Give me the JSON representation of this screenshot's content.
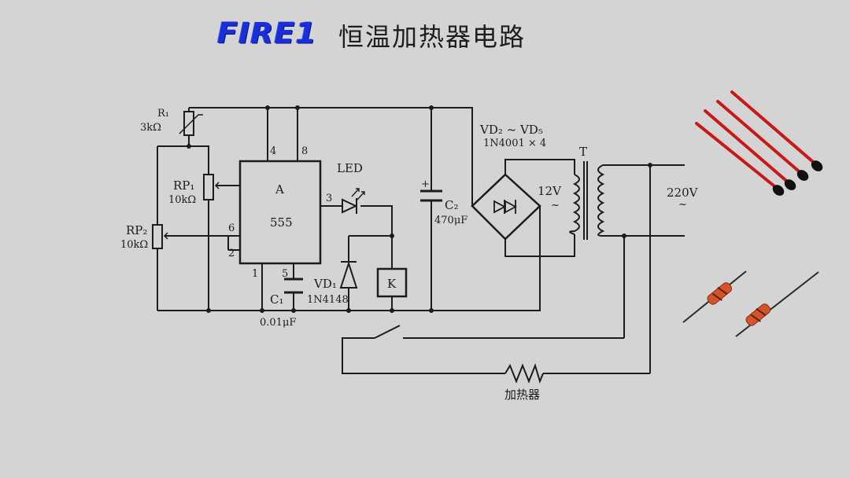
{
  "header": {
    "logo": "FIRE1",
    "title": "恒温加热器电路"
  },
  "schematic": {
    "r1": {
      "name": "R₁",
      "value": "3kΩ"
    },
    "rp1": {
      "name": "RP₁",
      "value": "10kΩ"
    },
    "rp2": {
      "name": "RP₂",
      "value": "10kΩ"
    },
    "ic": {
      "name": "A",
      "part": "555",
      "pins": [
        "4",
        "8",
        "6",
        "2",
        "1",
        "5",
        "3"
      ]
    },
    "led": "LED",
    "c1": {
      "name": "C₁",
      "value": "0.01μF"
    },
    "vd1": {
      "name": "VD₁",
      "part": "1N4148"
    },
    "relay": "K",
    "c2": {
      "name": "C₂",
      "value": "470μF"
    },
    "bridge": {
      "name": "VD₂ ~ VD₅",
      "part": "1N4001 × 4"
    },
    "transformer": "T",
    "secondary_voltage": "12V",
    "mains_voltage": "220V",
    "heater": "加热器"
  },
  "colors": {
    "logo": "#1a2fd6",
    "thermistor_body": "#c81818",
    "thermistor_tip": "#111111",
    "resistor_body": "#d0552a"
  },
  "icons": [
    "thermistor-probe-icon",
    "axial-resistor-icon"
  ]
}
